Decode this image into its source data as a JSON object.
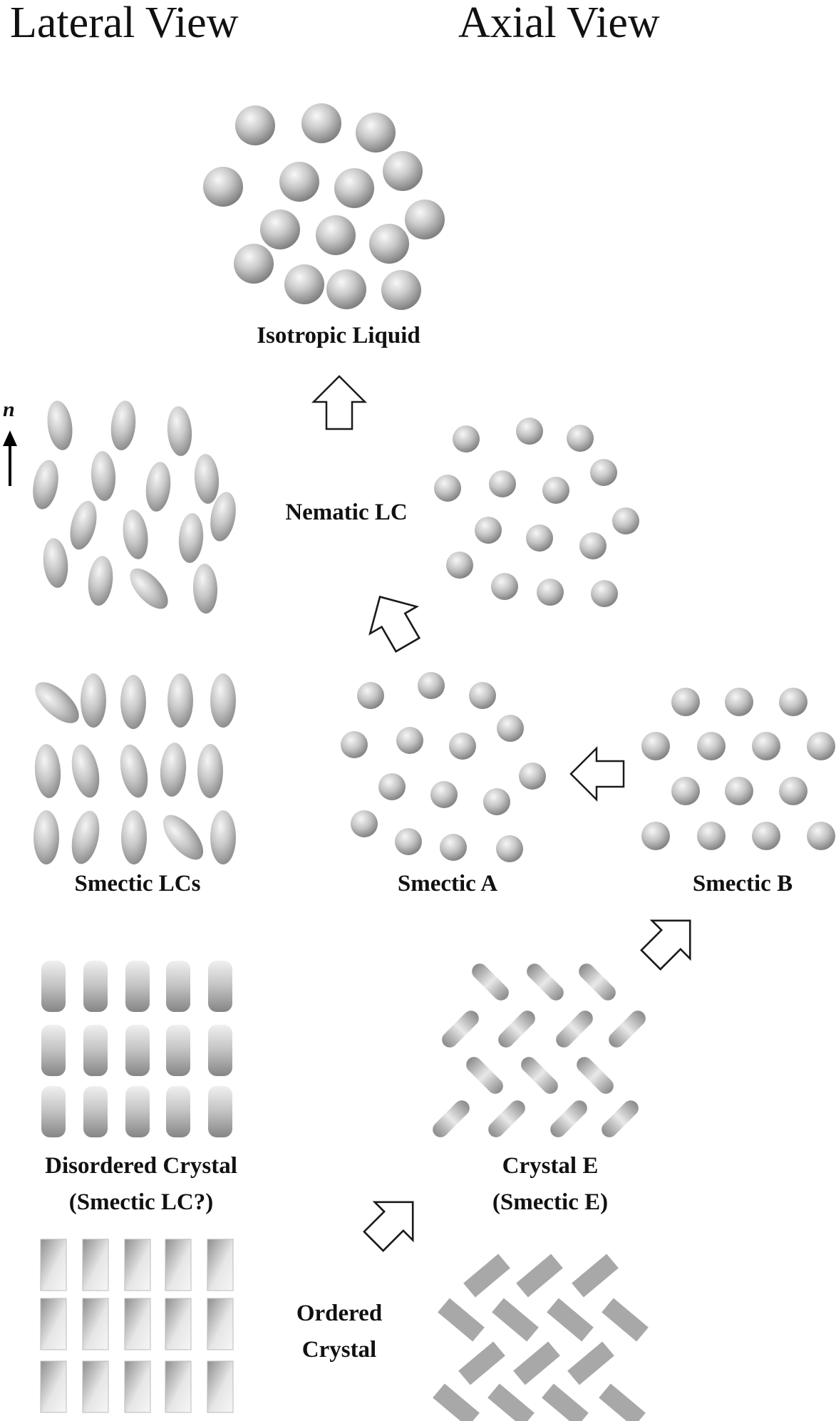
{
  "headers": {
    "lateral": "Lateral View",
    "axial": "Axial View"
  },
  "director_symbol": "n",
  "labels": {
    "isotropic": "Isotropic Liquid",
    "nematic": "Nematic LC",
    "smectic_lcs": "Smectic LCs",
    "smectic_a": "Smectic A",
    "smectic_b": "Smectic B",
    "disordered_crystal": [
      "Disordered Crystal",
      "(Smectic LC?)"
    ],
    "crystal_e": [
      "Crystal E",
      "(Smectic E)"
    ],
    "ordered_crystal": [
      "Ordered",
      "Crystal"
    ]
  },
  "colors": {
    "particle_light": "#f4f4f4",
    "particle_mid": "#b9b9b9",
    "particle_dark": "#7e7e7e",
    "ordered_block": "#a8a8a8",
    "arrow_fill": "#ffffff",
    "arrow_stroke": "#1a1a1a"
  }
}
